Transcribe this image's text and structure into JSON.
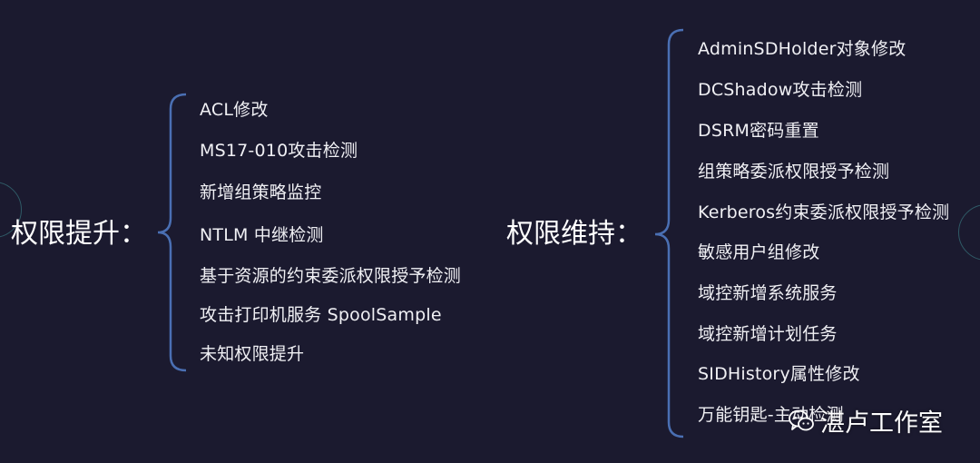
{
  "branches": {
    "left": {
      "title": "权限提升：",
      "items": [
        "ACL修改",
        "MS17-010攻击检测",
        "新增组策略监控",
        "NTLM 中继检测",
        "基于资源的约束委派权限授予检测",
        "攻击打印机服务 SpoolSample",
        "未知权限提升"
      ]
    },
    "right": {
      "title": "权限维持：",
      "items": [
        "AdminSDHolder对象修改",
        "DCShadow攻击检测",
        "DSRM密码重置",
        "组策略委派权限授予检测",
        "Kerberos约束委派权限授予检测",
        "敏感用户组修改",
        "域控新增系统服务",
        "域控新增计划任务",
        "SIDHistory属性修改",
        "万能钥匙-主动检测"
      ]
    }
  },
  "watermark": {
    "text": "湛卢工作室",
    "icon": "wechat-icon"
  },
  "colors": {
    "background": "#1b1a2f",
    "bracket": "#4a6fb3",
    "text": "#f0f0f4"
  }
}
